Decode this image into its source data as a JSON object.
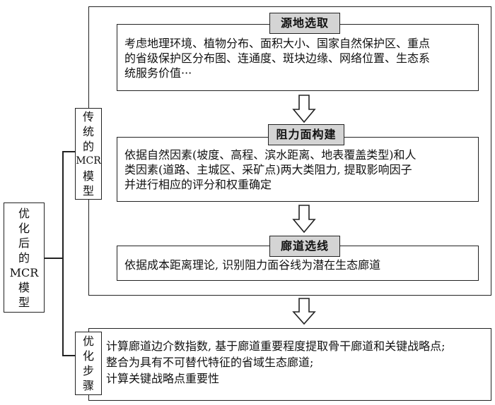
{
  "left_label": [
    "优",
    "化",
    "后",
    "的",
    "MCR",
    "模",
    "型"
  ],
  "traditional_label": [
    "传",
    "统",
    "的",
    "MCR",
    "模",
    "型"
  ],
  "optimize_label": [
    "优",
    "化",
    "步",
    "骤"
  ],
  "sections": [
    {
      "title": "源地选取",
      "lines": [
        "考虑地理环境、植物分布、面积大小、国家自然保护区、重点",
        "的省级保护区分布图、连通度、斑块边缘、网络位置、生态系",
        "统服务价值···"
      ]
    },
    {
      "title": "阻力面构建",
      "lines": [
        "依据自然因素(坡度、高程、滨水距离、地表覆盖类型)和人",
        "类因素(道路、主城区、采矿点)两大类阻力, 提取影响因子",
        "并进行相应的评分和权重确定"
      ]
    },
    {
      "title": "廊道选线",
      "lines": [
        "依据成本距离理论, 识别阻力面谷线为潜在生态廊道"
      ]
    }
  ],
  "optimize_lines": [
    "计算廊道边介数指数, 基于廊道重要程度提取骨干廊道和关键战略点;",
    "整合为具有不可替代特征的省域生态廊道;",
    "计算关键战略点重要性"
  ]
}
